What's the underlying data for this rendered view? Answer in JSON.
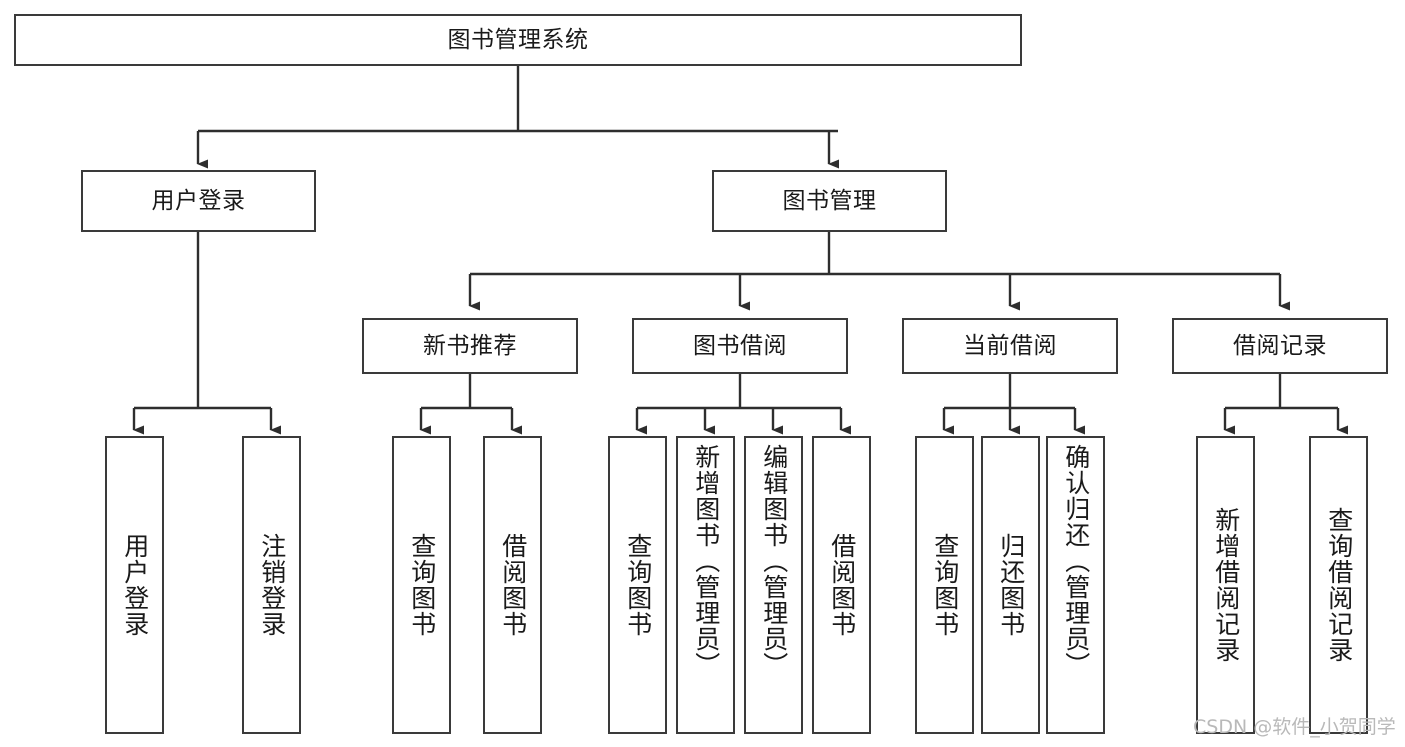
{
  "diagram": {
    "type": "tree-hierarchy",
    "title": "图书管理系统",
    "watermark": "CSDN @软件_小贺同学",
    "colors": {
      "box_border": "#3a3a3a",
      "connector": "#2e2e2e",
      "text": "#1a1a1a",
      "background": "#ffffff",
      "watermark": "#b9b9b9"
    },
    "levels": {
      "root": {
        "label": "图书管理系统"
      },
      "level2": [
        {
          "label": "用户登录"
        },
        {
          "label": "图书管理"
        }
      ],
      "level3": [
        {
          "label": "新书推荐"
        },
        {
          "label": "图书借阅"
        },
        {
          "label": "当前借阅"
        },
        {
          "label": "借阅记录"
        }
      ],
      "leaves": {
        "user_login": [
          {
            "label": "用户登录"
          },
          {
            "label": "注销登录"
          }
        ],
        "new_book_recommend": [
          {
            "label": "查询图书"
          },
          {
            "label": "借阅图书"
          }
        ],
        "book_borrow": [
          {
            "label": "查询图书"
          },
          {
            "label": "新增图书（管理员）"
          },
          {
            "label": "编辑图书（管理员）"
          },
          {
            "label": "借阅图书"
          }
        ],
        "current_borrow": [
          {
            "label": "查询图书"
          },
          {
            "label": "归还图书"
          },
          {
            "label": "确认归还（管理员）"
          }
        ],
        "borrow_record": [
          {
            "label": "新增借阅记录"
          },
          {
            "label": "查询借阅记录"
          }
        ]
      }
    }
  }
}
